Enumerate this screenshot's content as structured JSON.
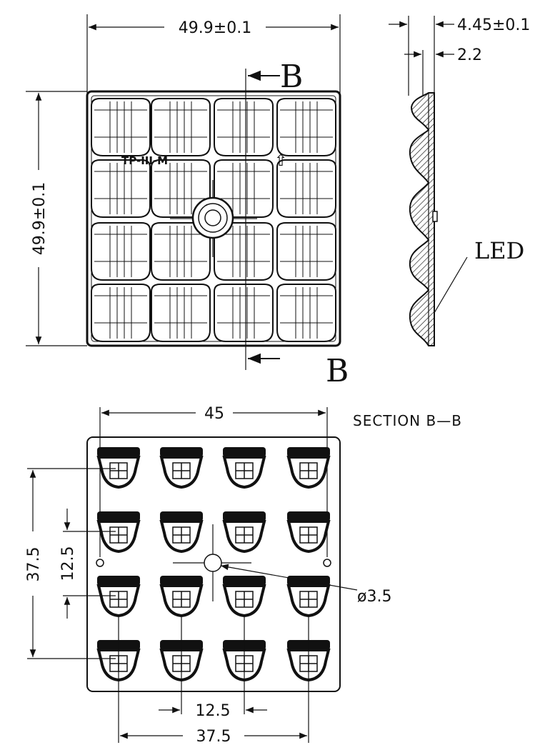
{
  "top_view": {
    "width_dim": "49.9±0.1",
    "height_dim": "49.9±0.1",
    "section_mark": "B",
    "part_marking": "TP-III-M",
    "arrow_glyph": "⇧"
  },
  "side_view": {
    "thickness_dim": "4.45±0.1",
    "base_dim": "2.2",
    "led_label": "LED"
  },
  "bottom_view": {
    "section_title": "SECTION B—B",
    "span_dim": "45",
    "pitch_y_outer": "37.5",
    "pitch_y": "12.5",
    "pitch_x": "12.5",
    "pitch_x_outer": "37.5",
    "hole_dim": "ø3.5"
  },
  "colors": {
    "line": "#111111",
    "background": "#ffffff"
  }
}
